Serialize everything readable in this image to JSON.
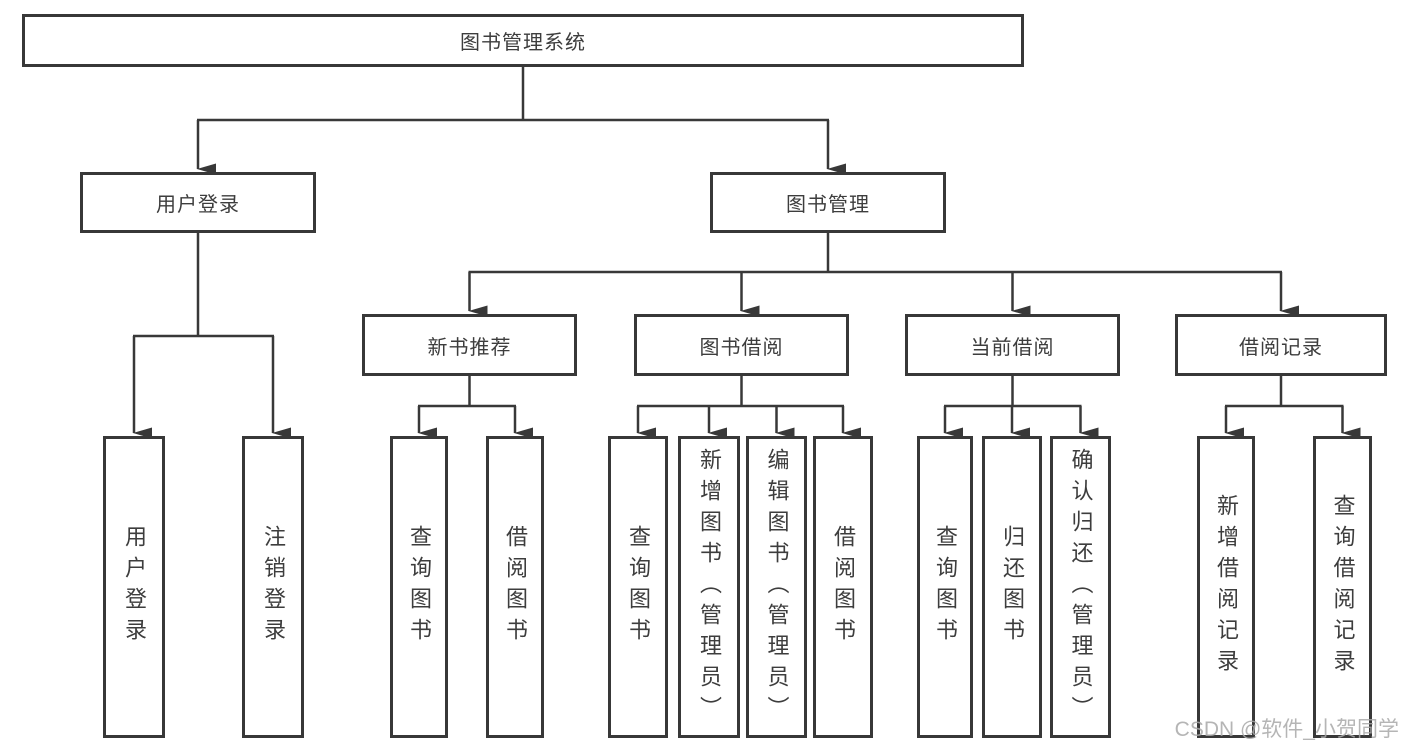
{
  "diagram_type": "hierarchy-tree",
  "colors": {
    "line": "#383838",
    "text": "#3d3d3d",
    "background": "#ffffff",
    "watermark": "#a9a9a9"
  },
  "watermark": {
    "text": "CSDN @软件_小贺同学"
  },
  "tree": {
    "root": {
      "label": "图书管理系统",
      "children": [
        {
          "label": "用户登录",
          "children": [
            {
              "label": "用户登录"
            },
            {
              "label": "注销登录"
            }
          ]
        },
        {
          "label": "图书管理",
          "children": [
            {
              "label": "新书推荐",
              "children": [
                {
                  "label": "查询图书"
                },
                {
                  "label": "借阅图书"
                }
              ]
            },
            {
              "label": "图书借阅",
              "children": [
                {
                  "label": "查询图书"
                },
                {
                  "label": "新增图书（管理员）"
                },
                {
                  "label": "编辑图书（管理员）"
                },
                {
                  "label": "借阅图书"
                }
              ]
            },
            {
              "label": "当前借阅",
              "children": [
                {
                  "label": "查询图书"
                },
                {
                  "label": "归还图书"
                },
                {
                  "label": "确认归还（管理员）"
                }
              ]
            },
            {
              "label": "借阅记录",
              "children": [
                {
                  "label": "新增借阅记录"
                },
                {
                  "label": "查询借阅记录"
                }
              ]
            }
          ]
        }
      ]
    }
  }
}
